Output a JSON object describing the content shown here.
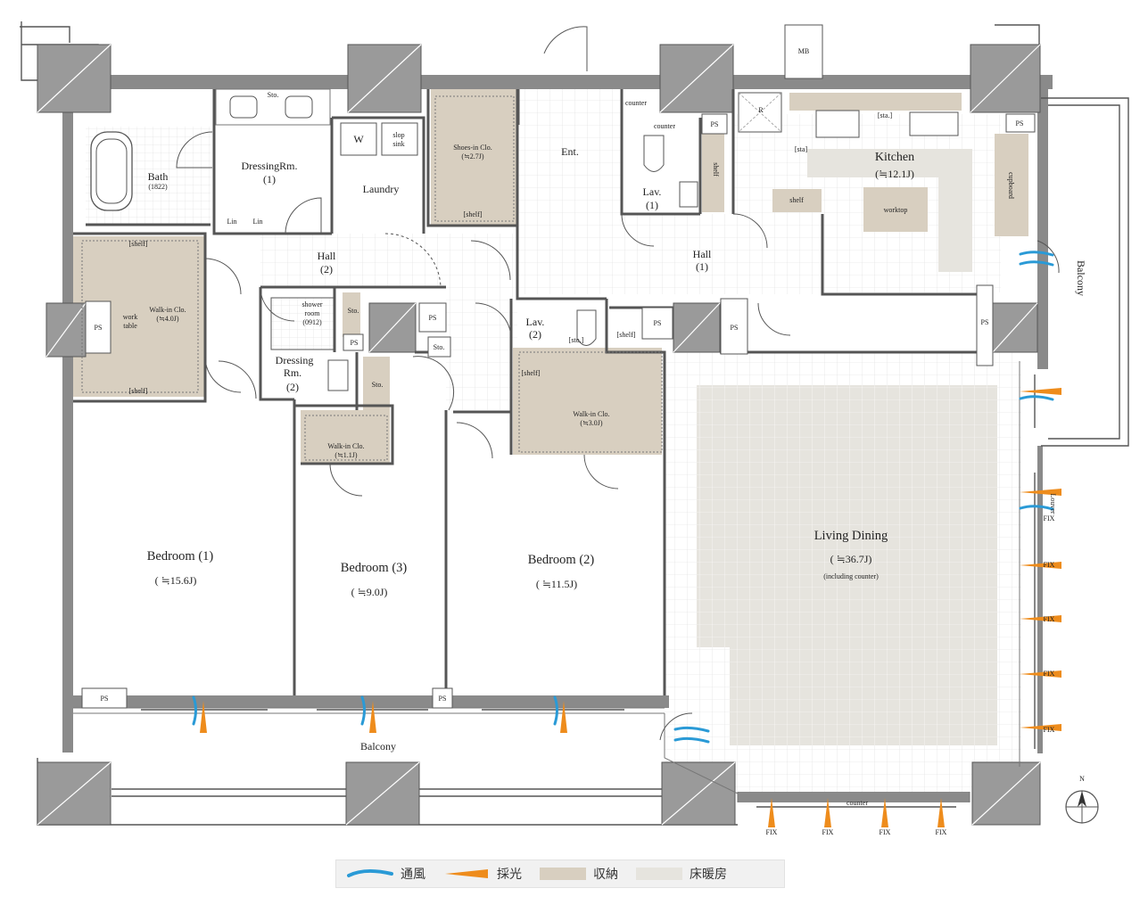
{
  "rooms": {
    "bath": {
      "name": "Bath",
      "size": "(1822)"
    },
    "dressing1": {
      "name": "DressingRm.",
      "num": "(1)"
    },
    "laundry": {
      "name": "Laundry"
    },
    "shoes_closet": {
      "name": "Shoes-in Clo.",
      "size": "(≒2.7J)"
    },
    "entrance": {
      "name": "Ent."
    },
    "lav1": {
      "name": "Lav.",
      "num": "(1)"
    },
    "kitchen": {
      "name": "Kitchen",
      "size": "(≒12.1J)"
    },
    "hall2": {
      "name": "Hall",
      "num": "(2)"
    },
    "hall1": {
      "name": "Hall",
      "num": "(1)"
    },
    "walkin4": {
      "name": "Walk-in Clo.",
      "size": "(≒4.0J)"
    },
    "work_table": {
      "line1": "work",
      "line2": "table"
    },
    "shower_room": {
      "line1": "shower",
      "line2": "room",
      "size": "(0912)"
    },
    "dressing2": {
      "line1": "Dressing",
      "line2": "Rm.",
      "num": "(2)"
    },
    "lav2": {
      "name": "Lav.",
      "num": "(2)"
    },
    "walkin3": {
      "name": "Walk-in Clo.",
      "size": "(≒3.0J)"
    },
    "walkin1": {
      "name": "Walk-in Clo.",
      "size": "(≒1.1J)"
    },
    "bedroom1": {
      "name": "Bedroom (1)",
      "size": "( ≒15.6J)"
    },
    "bedroom3": {
      "name": "Bedroom (3)",
      "size": "( ≒9.0J)"
    },
    "bedroom2": {
      "name": "Bedroom (2)",
      "size": "( ≒11.5J)"
    },
    "living": {
      "name": "Living Dining",
      "size": "( ≒36.7J)",
      "note": "(including counter)"
    },
    "balcony_south": {
      "name": "Balcony"
    },
    "balcony_east": {
      "name": "Balcony"
    }
  },
  "fixtures": {
    "sto": "Sto.",
    "shelf": "shelf",
    "shelf_br": "[shelf]",
    "lin": "Lin",
    "washer": "W",
    "slop_sink_1": "slop",
    "slop_sink_2": "sink",
    "ps": "PS",
    "mb": "MB",
    "counter": "counter",
    "sta_br": "[sta.]",
    "sta": "[sta]",
    "sto_br": "[sto.]",
    "worktop": "worktop",
    "cupboard": "cupboard",
    "refrigerator": "R",
    "louver": "Louver",
    "fix": "FIX"
  },
  "compass": {
    "north": "N"
  },
  "legend": {
    "ventilation": "通風",
    "daylight": "採光",
    "storage": "収納",
    "floor_heating": "床暖房"
  },
  "colors": {
    "wall": "#7a7a7a",
    "storage": "#d8cfc0",
    "floor_heating": "#e6e4de",
    "ventilation": "#2a9ad6",
    "daylight": "#ee8c1c"
  }
}
